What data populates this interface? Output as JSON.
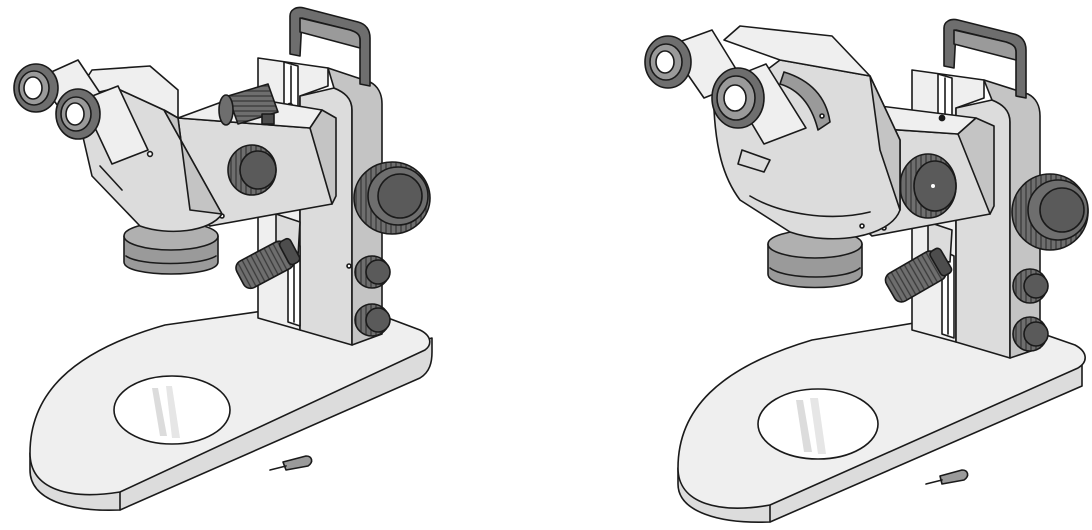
{
  "figure": {
    "colors": {
      "outline": "#1a1a1a",
      "body_light": "#efefef",
      "body_mid": "#dcdcdc",
      "body_shade": "#c4c4c4",
      "knob_dark": "#6e6e6e",
      "knob_darker": "#4d4d4d",
      "glass": "#ffffff"
    },
    "items": [
      {
        "name": "stereo-microscope-left",
        "variant": "compact-head"
      },
      {
        "name": "stereo-microscope-right",
        "variant": "large-head"
      }
    ]
  }
}
